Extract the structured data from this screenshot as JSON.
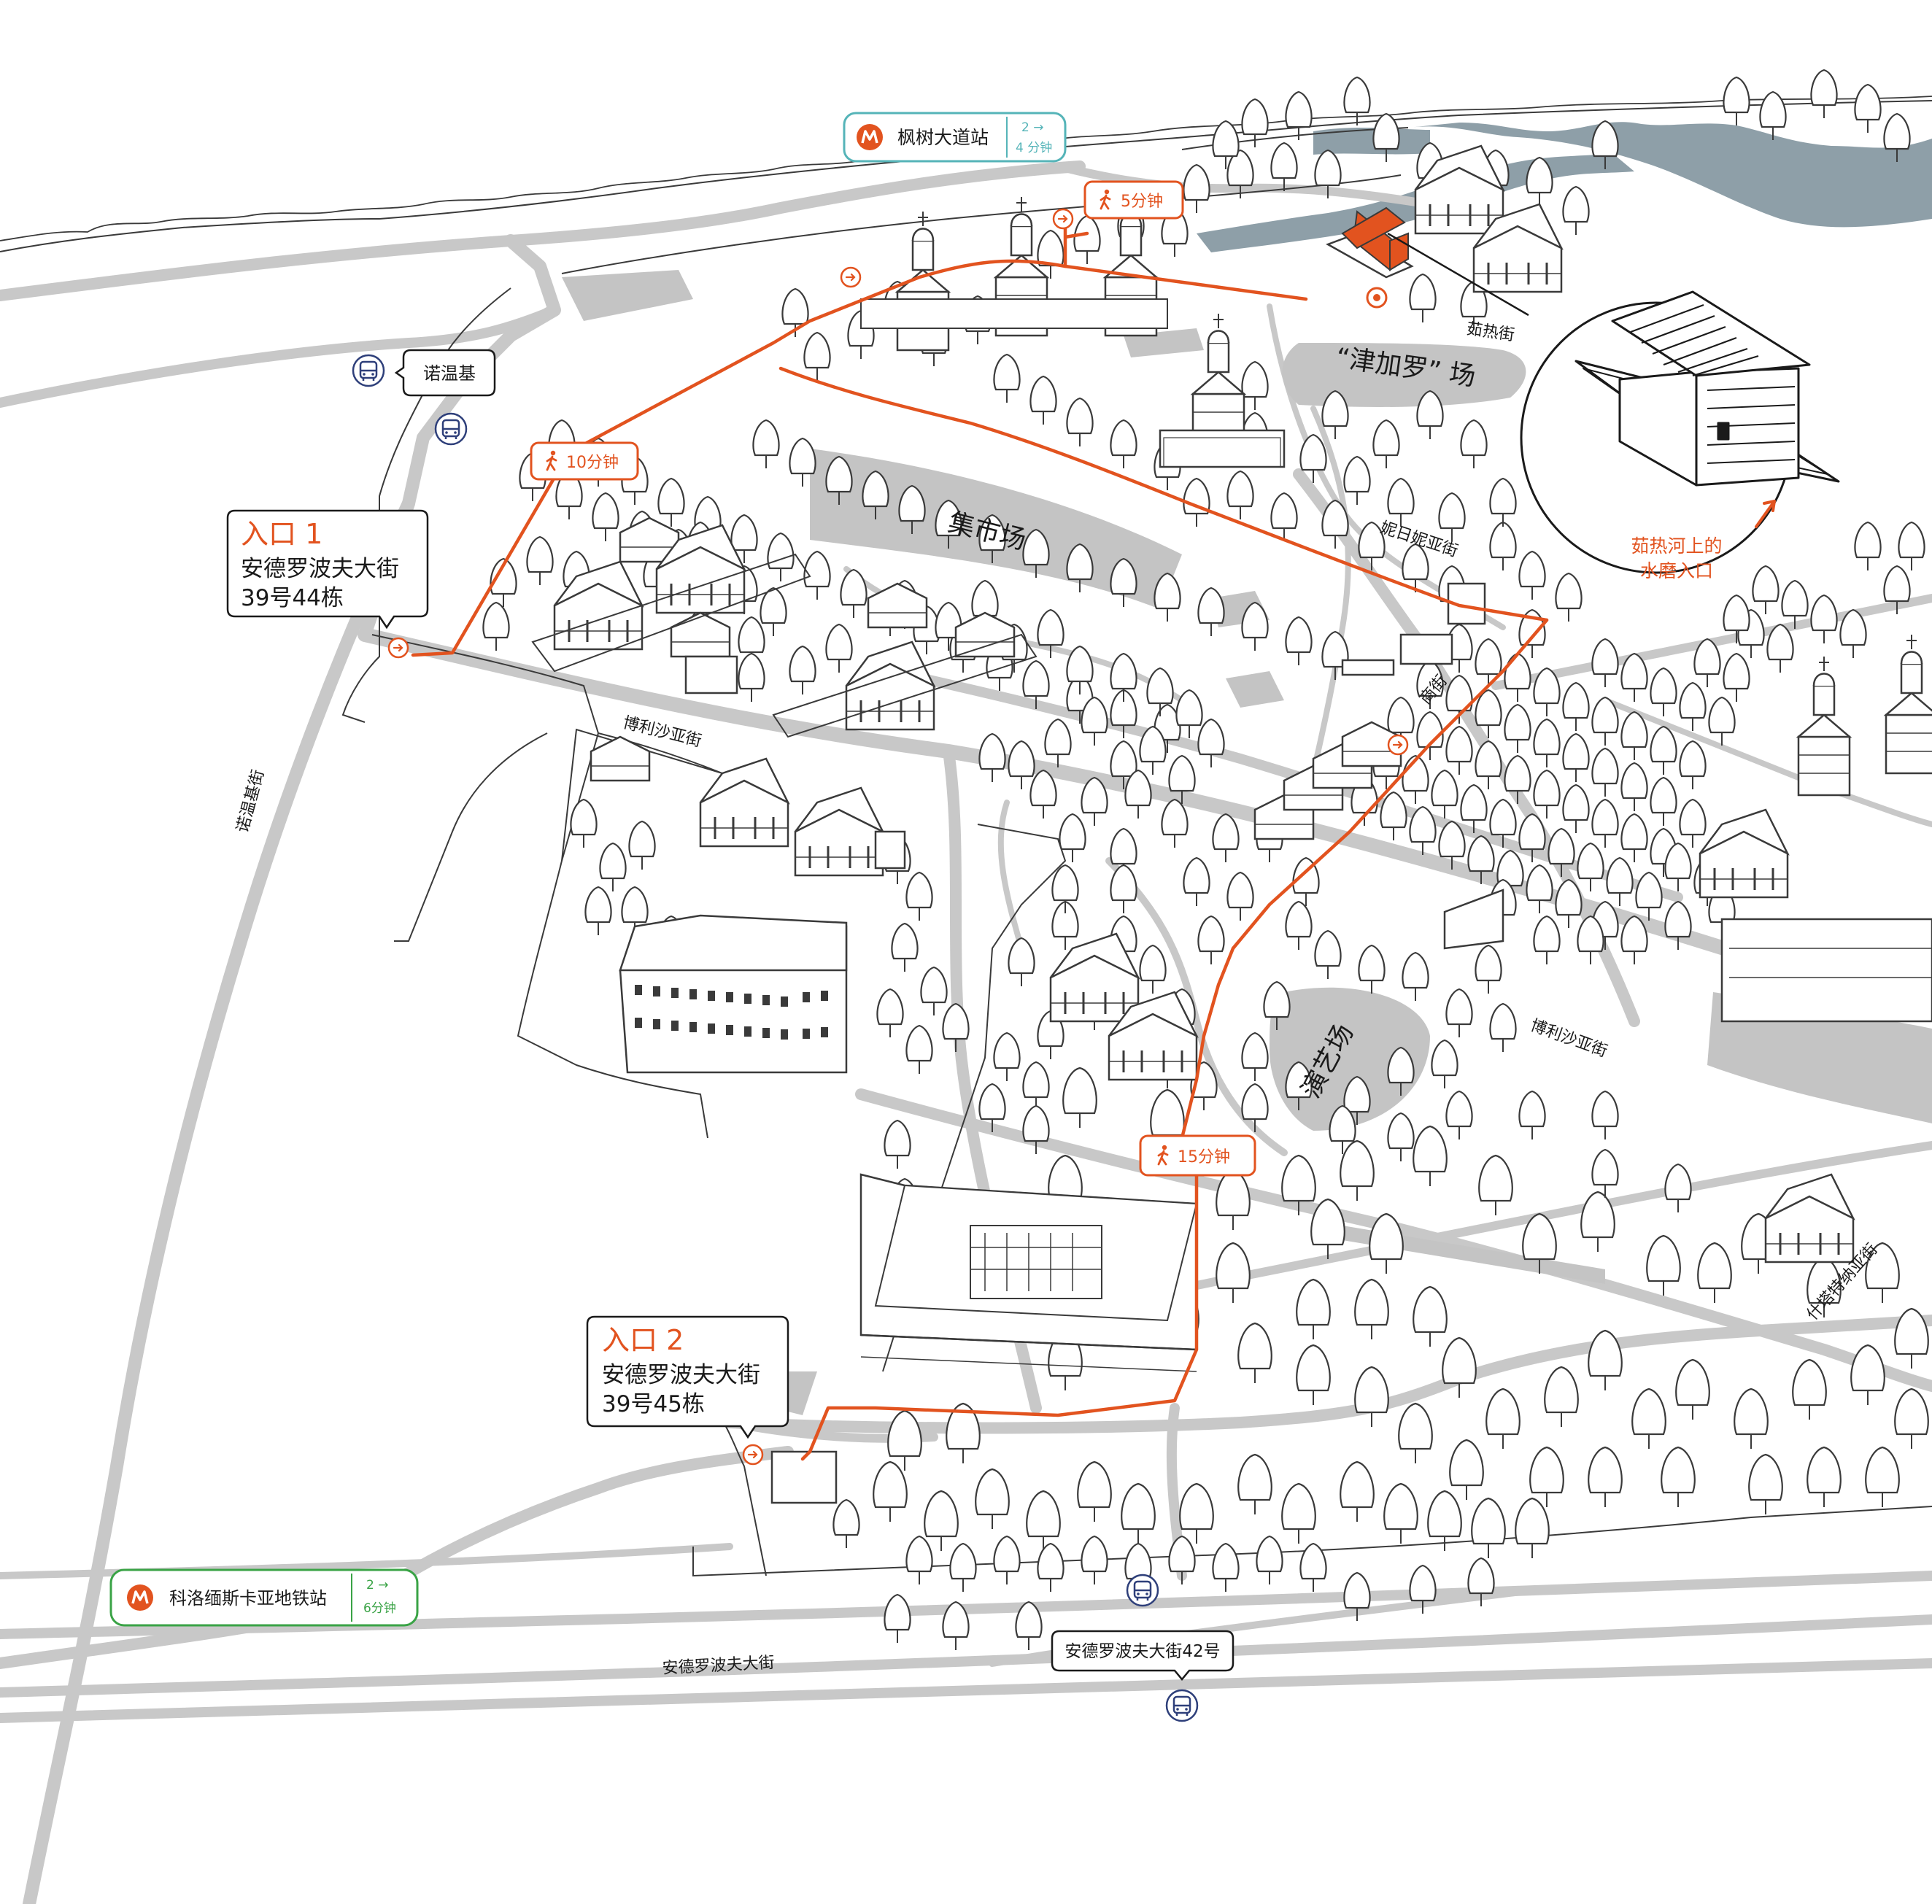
{
  "map": {
    "colors": {
      "route": "#e2531f",
      "road": "#c8c8c8",
      "plaza": "#c4c4c4",
      "water": "#8e9fa8",
      "building_line": "#3a3a3a",
      "metro_teal": "#55b4b8",
      "metro_green": "#3aa346",
      "bus": "#2e3f7a"
    },
    "metro": [
      {
        "id": "maple",
        "name": "枫树大道站",
        "line": "2 →",
        "minutes": "4 分钟",
        "color": "#55b4b8",
        "icon": "metro-icon"
      },
      {
        "id": "kolomenskaya",
        "name": "科洛缅斯卡亚地铁站",
        "line": "2 →",
        "minutes": "6分钟",
        "color": "#3aa346",
        "icon": "metro-icon"
      }
    ],
    "bus_stops": [
      {
        "id": "nuowenji",
        "name": "诺温基",
        "icon": "bus-icon"
      },
      {
        "id": "andropov42",
        "name": "安德罗波夫大街42号",
        "icon": "bus-icon"
      }
    ],
    "entrances": [
      {
        "id": "entrance1",
        "title": "入口 1",
        "line1": "安德罗波夫大街",
        "line2": "39号44栋"
      },
      {
        "id": "entrance2",
        "title": "入口 2",
        "line1": "安德罗波夫大街",
        "line2": "39号45栋"
      }
    ],
    "walk_times": [
      "5分钟",
      "10分钟",
      "15分钟"
    ],
    "plazas": [
      "“津加罗” 场",
      "集市场",
      "演艺场"
    ],
    "streets": [
      "茹热街",
      "妮日妮亚街",
      "商街",
      "博利沙亚街",
      "博利沙亚街",
      "诺温基街",
      "什塔特纳亚街",
      "安德罗波夫大街"
    ],
    "callout": {
      "line1": "茹热河上的",
      "line2": "水磨入口"
    }
  }
}
